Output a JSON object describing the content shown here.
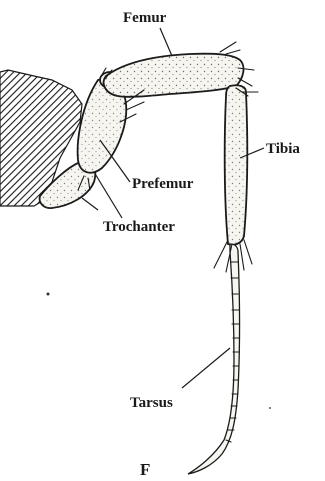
{
  "figure": {
    "panel_label": "F",
    "labels": {
      "femur": "Femur",
      "tibia": "Tibia",
      "prefemur": "Prefemur",
      "trochanter": "Trochanter",
      "tarsus": "Tarsus"
    }
  }
}
